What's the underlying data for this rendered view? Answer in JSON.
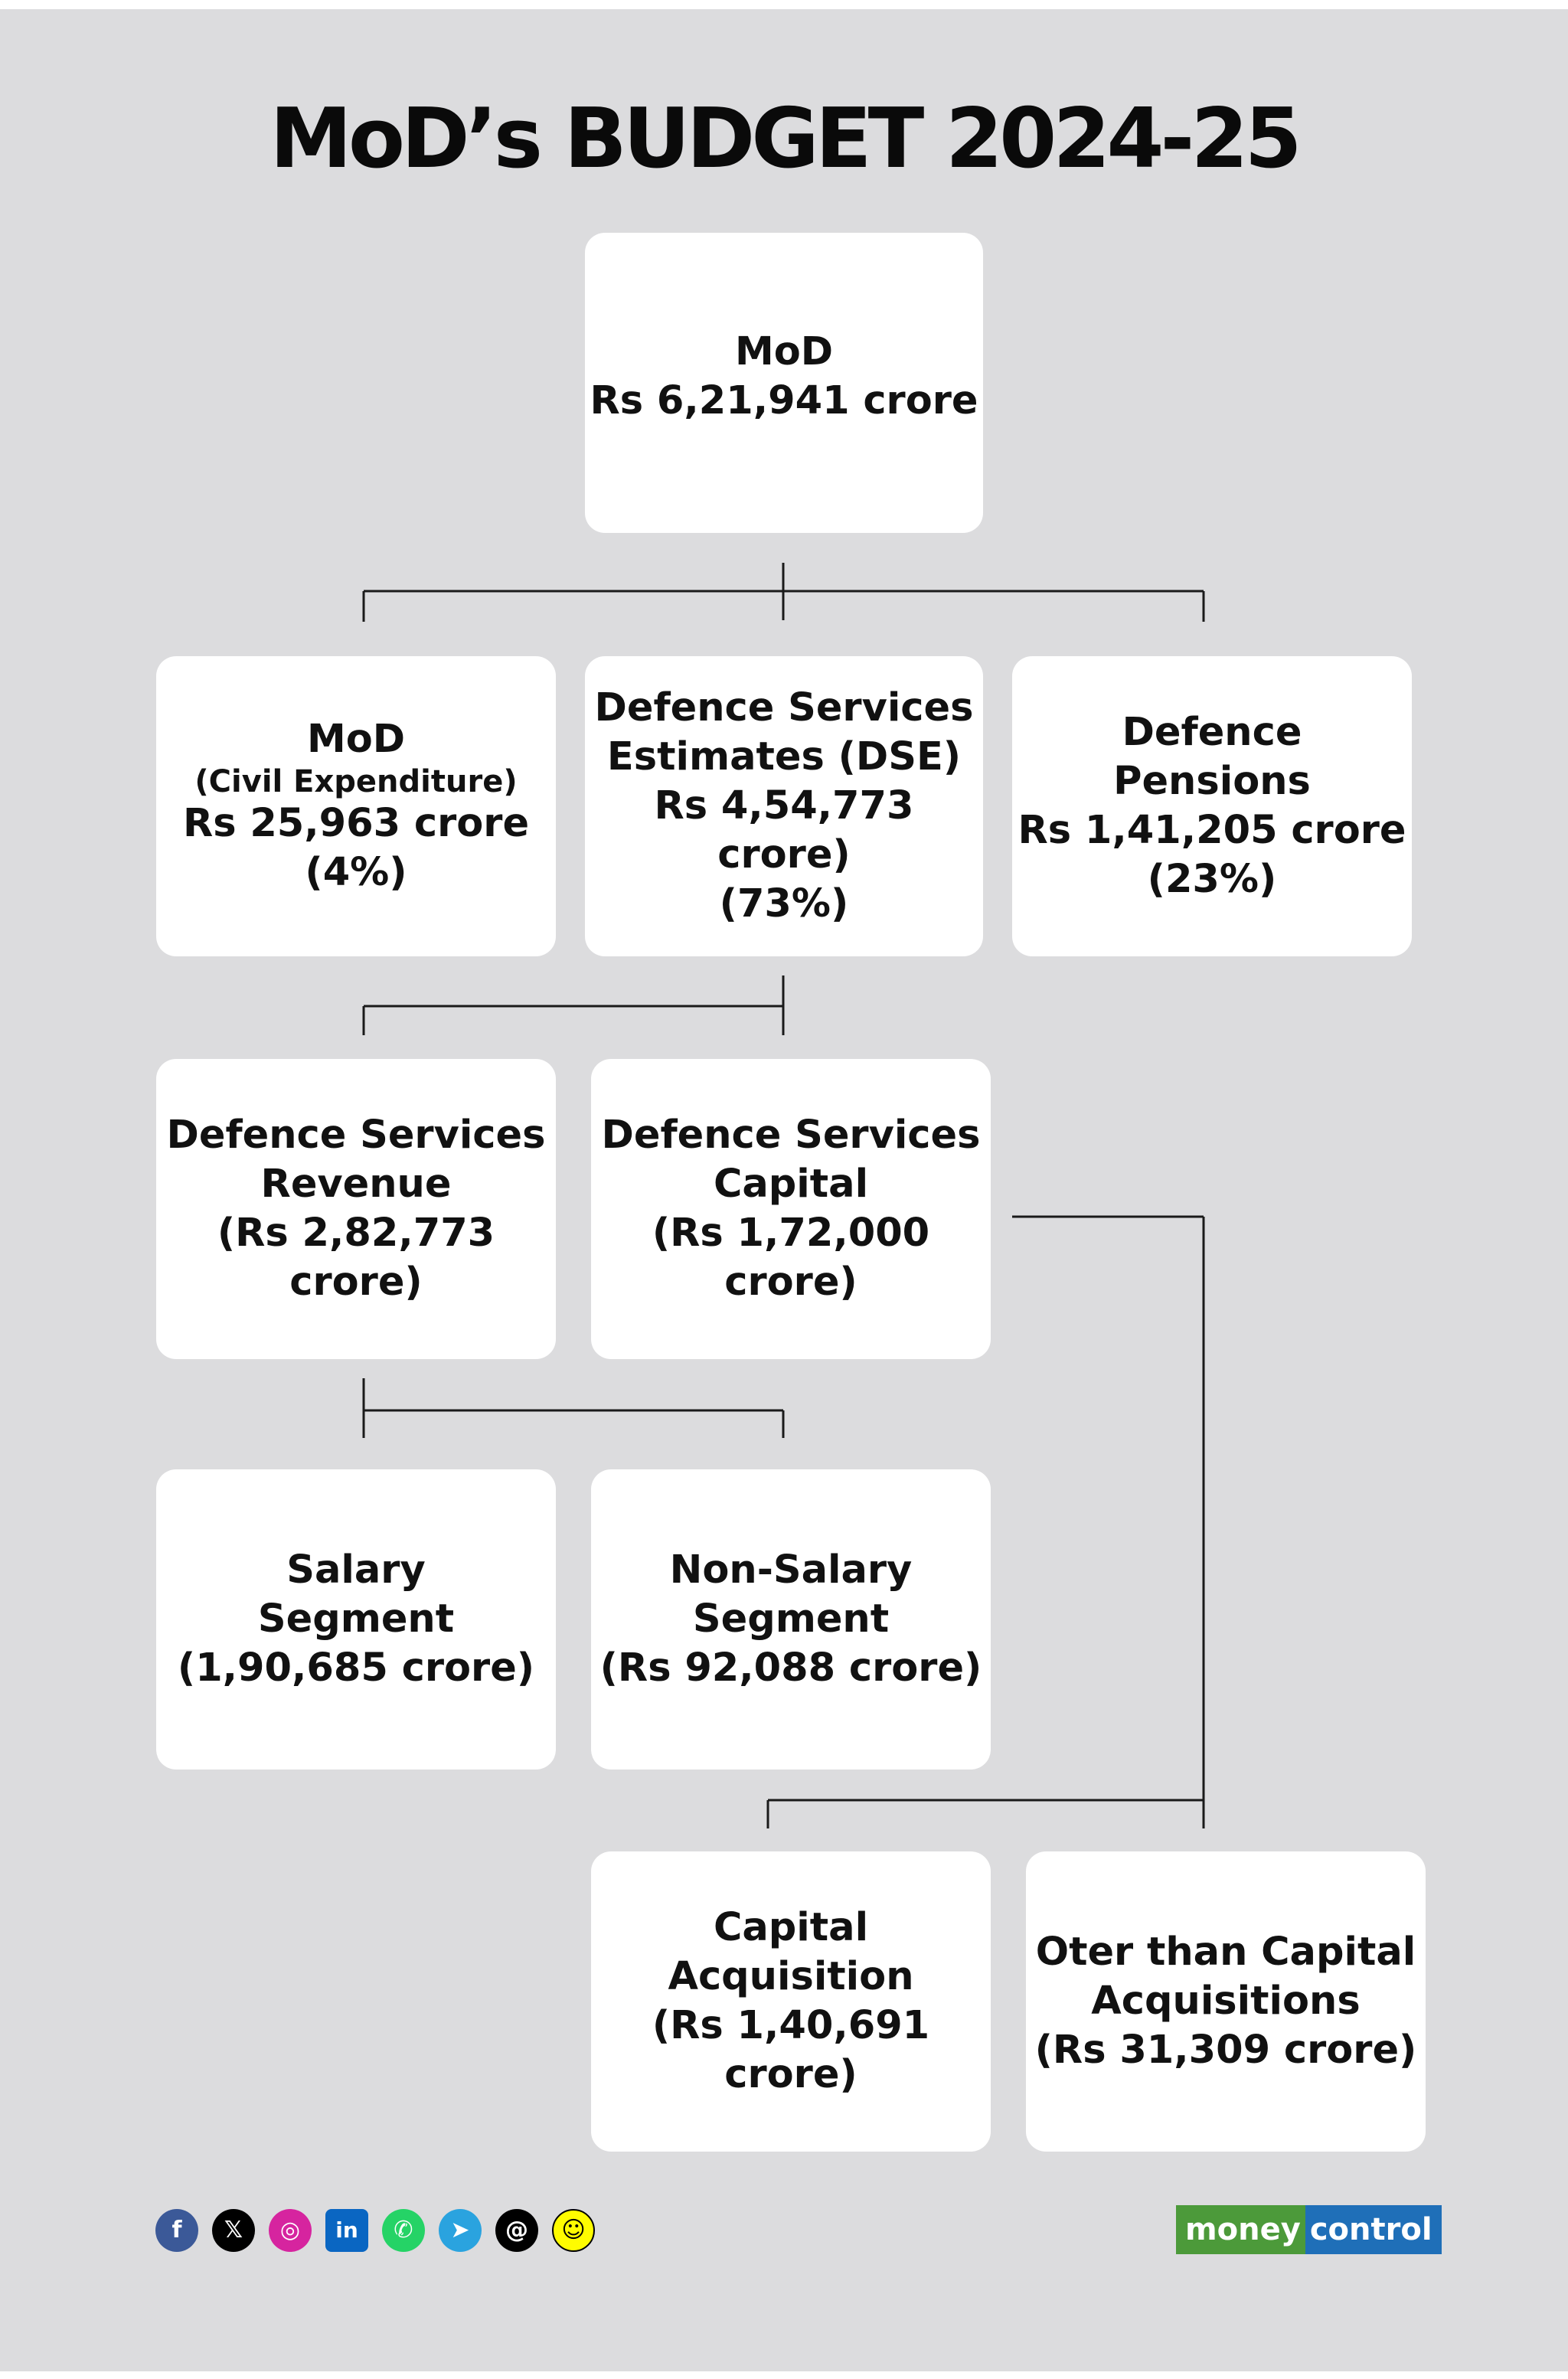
{
  "title": "MoD’s BUDGET 2024-25",
  "root": {
    "line1": "MoD",
    "line2": "Rs 6,21,941 crore"
  },
  "level1": {
    "civil": {
      "line1": "MoD",
      "line2": "(Civil Expenditure)",
      "line3": "Rs 25,963 crore",
      "line4": "(4%)"
    },
    "dse": {
      "line1": "Defence Services",
      "line2": "Estimates (DSE)",
      "line3": "Rs 4,54,773 crore)",
      "line4": "(73%)"
    },
    "pensions": {
      "line1": "Defence",
      "line2": "Pensions",
      "line3": "Rs 1,41,205 crore",
      "line4": "(23%)"
    }
  },
  "level2": {
    "revenue": {
      "line1": "Defence Services",
      "line2": "Revenue",
      "line3": "(Rs 2,82,773",
      "line4": "crore)"
    },
    "capital": {
      "line1": "Defence Services",
      "line2": "Capital",
      "line3": "(Rs 1,72,000",
      "line4": "crore)"
    }
  },
  "level3": {
    "salary": {
      "line1": "Salary",
      "line2": "Segment",
      "line3": "(1,90,685 crore)"
    },
    "non_salary": {
      "line1": "Non-Salary",
      "line2": "Segment",
      "line3": "(Rs 92,088 crore)"
    }
  },
  "level4": {
    "capital_acquisition": {
      "line1": "Capital",
      "line2": "Acquisition",
      "line3": "(Rs 1,40,691 crore)"
    },
    "other_than_capital": {
      "line1": "Oter than Capital",
      "line2": "Acquisitions",
      "line3": "(Rs 31,309 crore)"
    }
  },
  "footer": {
    "social_icons": [
      {
        "name": "facebook-icon",
        "glyph": "f",
        "color": "#3b5998"
      },
      {
        "name": "x-icon",
        "glyph": "𝕏",
        "color": "#000000"
      },
      {
        "name": "instagram-icon",
        "glyph": "◎",
        "color": "#d6249f"
      },
      {
        "name": "linkedin-icon",
        "glyph": "in",
        "color": "#0a66c2"
      },
      {
        "name": "whatsapp-icon",
        "glyph": "✆",
        "color": "#25d366"
      },
      {
        "name": "telegram-icon",
        "glyph": "➤",
        "color": "#2aa3df"
      },
      {
        "name": "threads-icon",
        "glyph": "@",
        "color": "#000000"
      },
      {
        "name": "snapchat-icon",
        "glyph": "☺",
        "color": "#fffc00"
      }
    ],
    "brand_money": "money",
    "brand_control": "control"
  }
}
